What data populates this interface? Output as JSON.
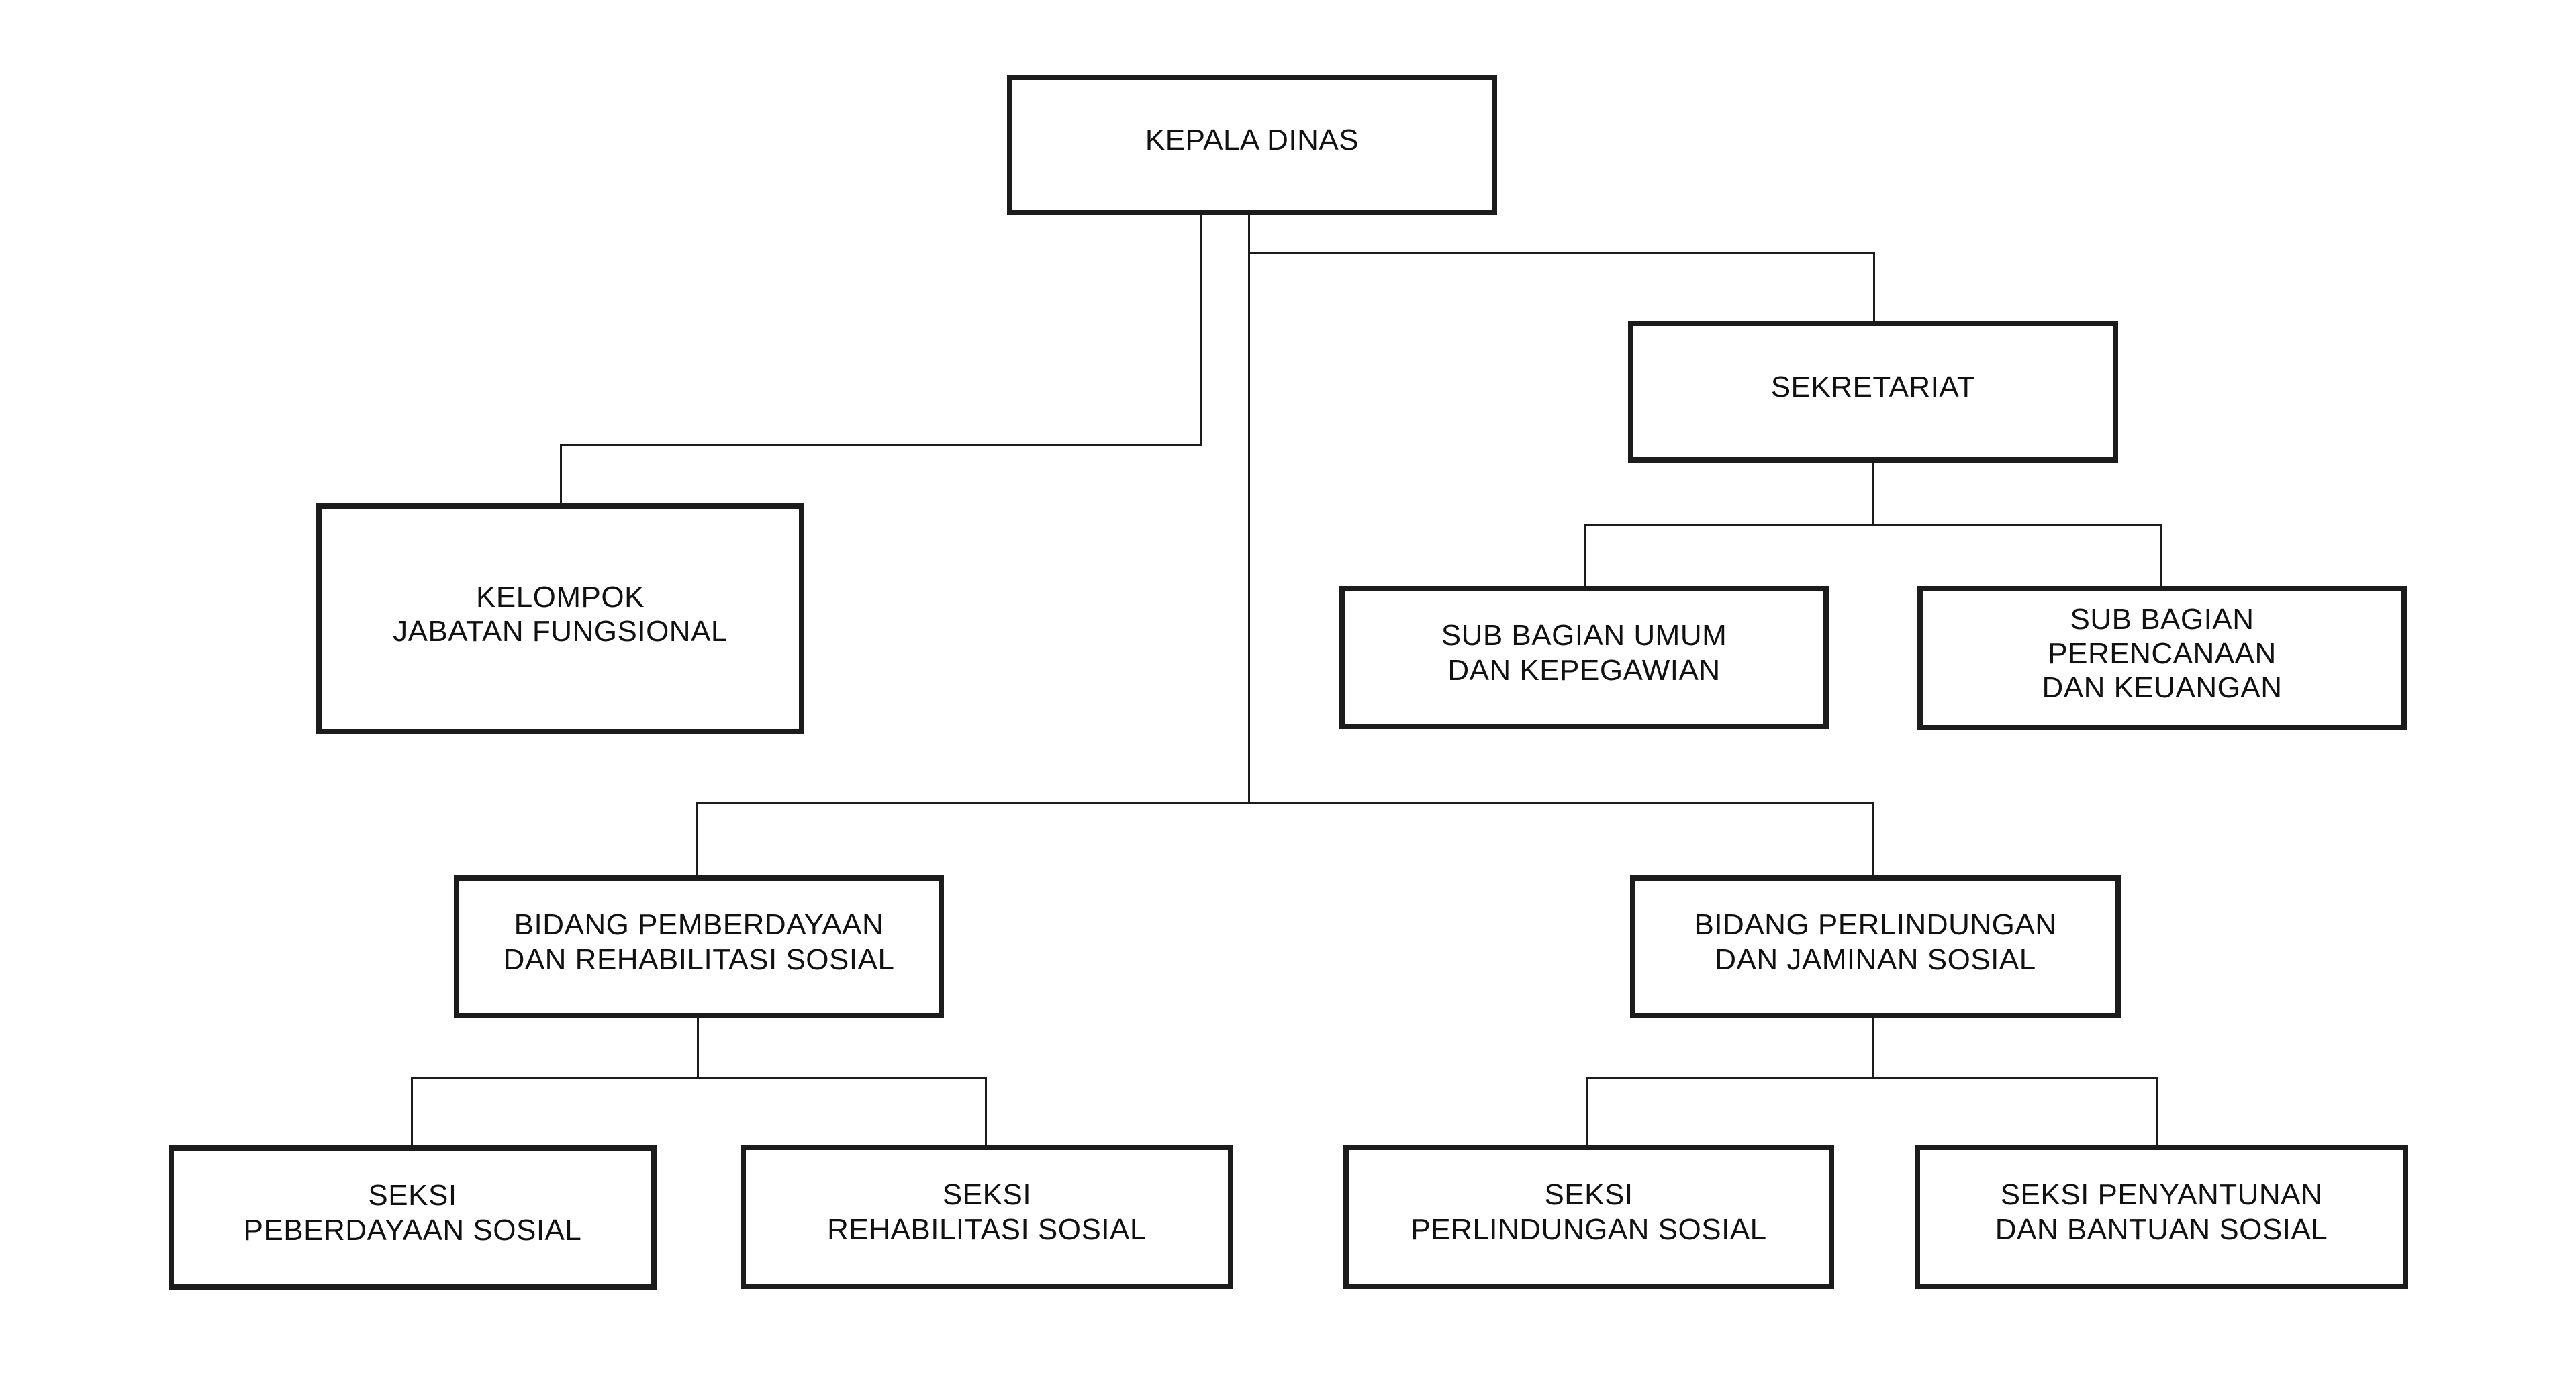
{
  "diagram": {
    "type": "org-chart",
    "background_color": "#ffffff",
    "line_color": "#1c1c1c",
    "box_border_color": "#1c1c1c",
    "text_color": "#111111",
    "nodes": {
      "kepala_dinas": {
        "label": "KEPALA DINAS"
      },
      "sekretariat": {
        "label": "SEKRETARIAT"
      },
      "kelompok_jabatan_fungsional": {
        "label": "KELOMPOK\nJABATAN FUNGSIONAL"
      },
      "sub_bagian_umum": {
        "label": "SUB BAGIAN UMUM\nDAN KEPEGAWIAN"
      },
      "sub_bagian_perencanaan": {
        "label": "SUB BAGIAN\nPERENCANAAN\nDAN KEUANGAN"
      },
      "bidang_pemberdayaan": {
        "label": "BIDANG PEMBERDAYAAN\nDAN REHABILITASI SOSIAL"
      },
      "bidang_perlindungan": {
        "label": "BIDANG PERLINDUNGAN\nDAN JAMINAN SOSIAL"
      },
      "seksi_peberdayaan": {
        "label": "SEKSI\nPEBERDAYAAN SOSIAL"
      },
      "seksi_rehabilitasi": {
        "label": "SEKSI\nREHABILITASI SOSIAL"
      },
      "seksi_perlindungan": {
        "label": "SEKSI\nPERLINDUNGAN SOSIAL"
      },
      "seksi_penyantunan": {
        "label": "SEKSI PENYANTUNAN\nDAN BANTUAN SOSIAL"
      }
    },
    "edges": [
      {
        "from": "KEPALA DINAS",
        "to": "KELOMPOK JABATAN FUNGSIONAL"
      },
      {
        "from": "KEPALA DINAS",
        "to": "SEKRETARIAT"
      },
      {
        "from": "KEPALA DINAS",
        "to": "BIDANG PEMBERDAYAAN DAN REHABILITASI SOSIAL"
      },
      {
        "from": "KEPALA DINAS",
        "to": "BIDANG PERLINDUNGAN DAN JAMINAN SOSIAL"
      },
      {
        "from": "SEKRETARIAT",
        "to": "SUB BAGIAN UMUM DAN KEPEGAWIAN"
      },
      {
        "from": "SEKRETARIAT",
        "to": "SUB BAGIAN PERENCANAAN DAN KEUANGAN"
      },
      {
        "from": "BIDANG PEMBERDAYAAN DAN REHABILITASI SOSIAL",
        "to": "SEKSI PEBERDAYAAN SOSIAL"
      },
      {
        "from": "BIDANG PEMBERDAYAAN DAN REHABILITASI SOSIAL",
        "to": "SEKSI REHABILITASI SOSIAL"
      },
      {
        "from": "BIDANG PERLINDUNGAN DAN JAMINAN SOSIAL",
        "to": "SEKSI PERLINDUNGAN SOSIAL"
      },
      {
        "from": "BIDANG PERLINDUNGAN DAN JAMINAN SOSIAL",
        "to": "SEKSI PENYANTUNAN DAN BANTUAN SOSIAL"
      }
    ]
  }
}
